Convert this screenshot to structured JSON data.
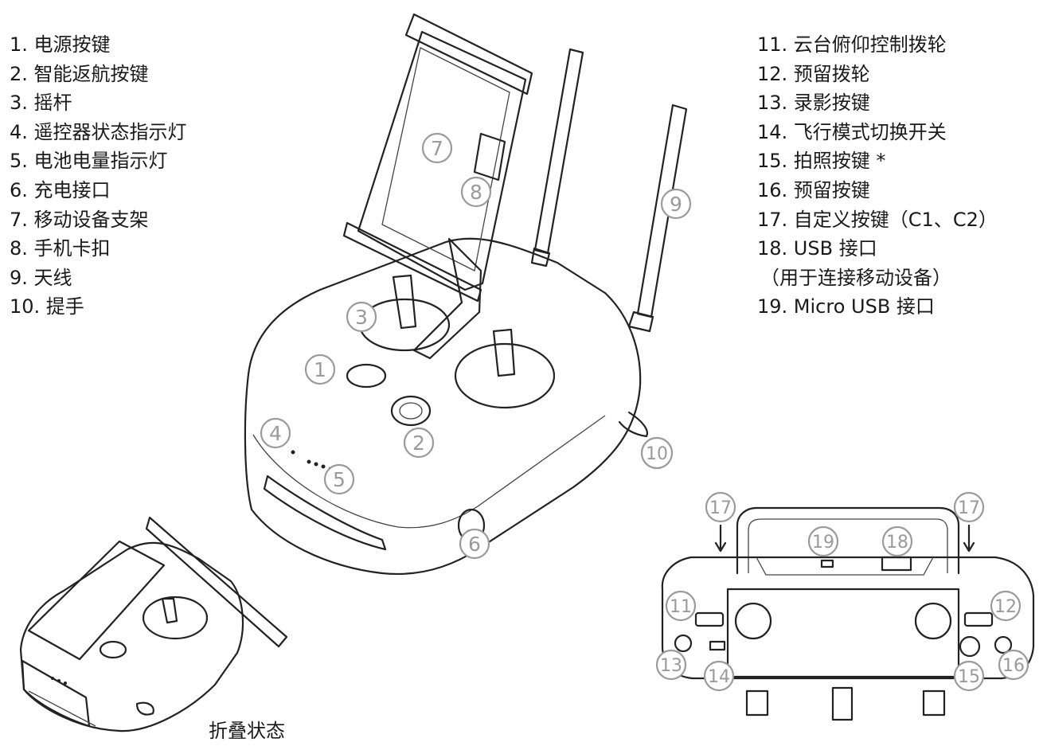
{
  "legend_left": [
    "1. 电源按键",
    "2. 智能返航按键",
    "3. 摇杆",
    "4. 遥控器状态指示灯",
    "5. 电池电量指示灯",
    "6. 充电接口",
    "7. 移动设备支架",
    "8. 手机卡扣",
    "9. 天线",
    "10. 提手"
  ],
  "legend_right": [
    "11. 云台俯仰控制拨轮",
    "12. 预留拨轮",
    "13. 录影按键",
    "14. 飞行模式切换开关",
    "15. 拍照按键 *",
    "16. 预留按键",
    "17. 自定义按键（C1、C2）",
    "18. USB 接口",
    "（用于连接移动设备）",
    "19. Micro USB 接口"
  ],
  "folded_caption": "折叠状态",
  "callouts_main": [
    "1",
    "2",
    "3",
    "4",
    "5",
    "6",
    "7",
    "8",
    "9",
    "10"
  ],
  "callouts_back": [
    "11",
    "12",
    "13",
    "14",
    "15",
    "16",
    "17",
    "17",
    "18",
    "19"
  ]
}
